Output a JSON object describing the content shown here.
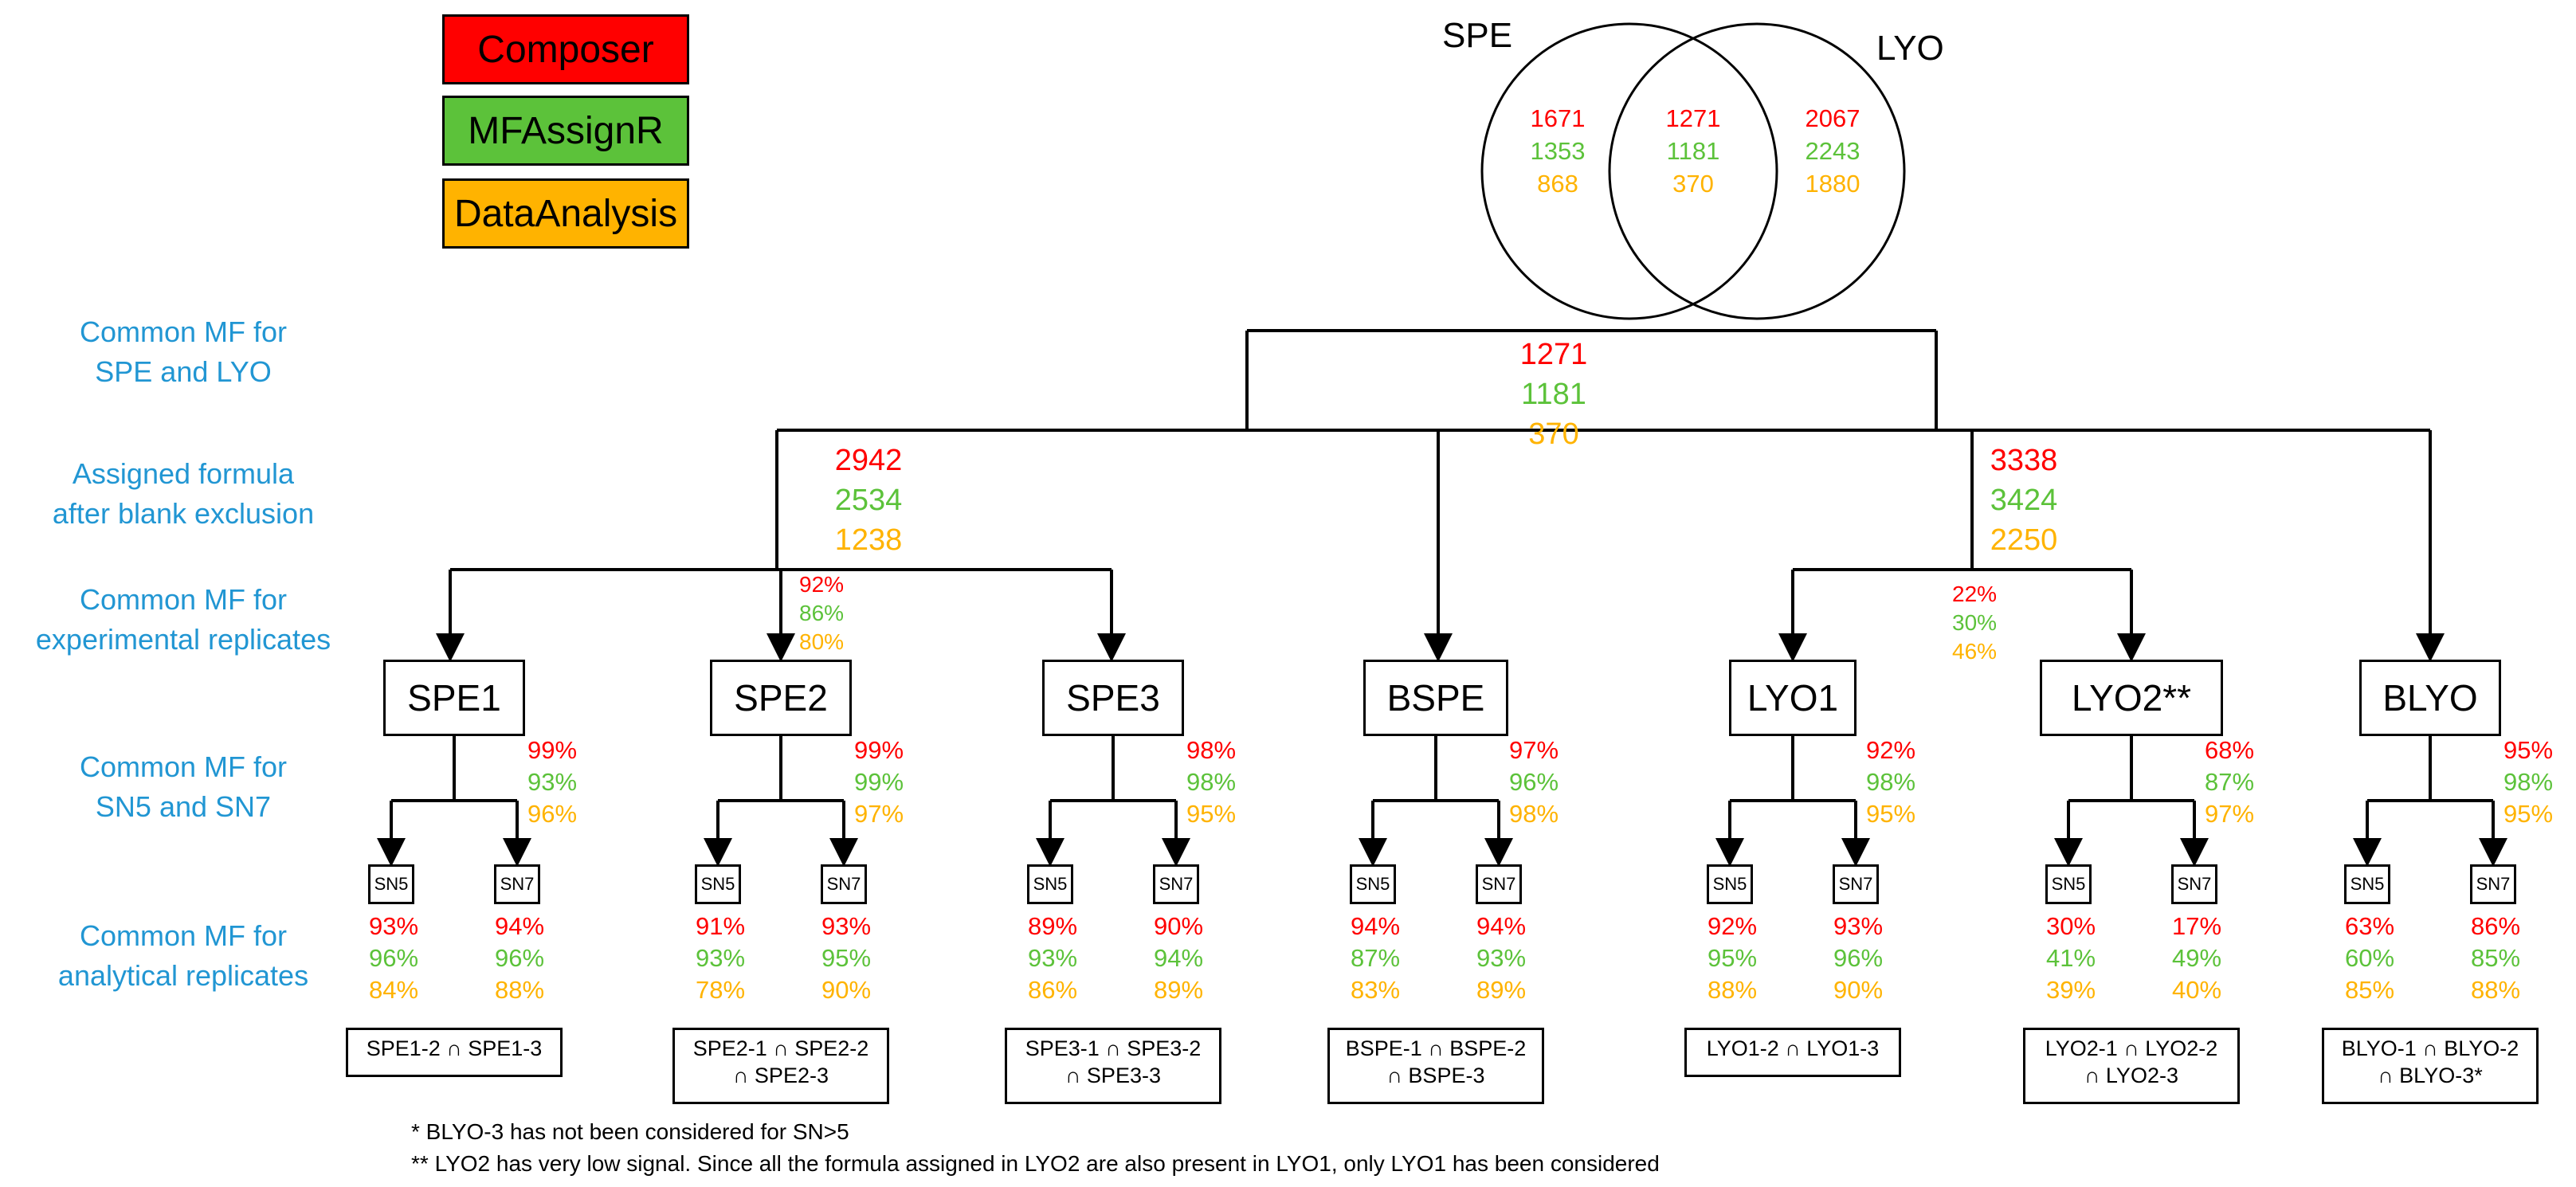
{
  "legend": [
    {
      "label": "Composer",
      "color": "#ff0000"
    },
    {
      "label": "MFAssignR",
      "color": "#5cc23a"
    },
    {
      "label": "DataAnalysis",
      "color": "#ffb300"
    }
  ],
  "colors": {
    "composer": "#ff0000",
    "mfassignr": "#5cc23a",
    "dataanalysis": "#ffb300",
    "section": "#2196d3"
  },
  "venn": {
    "left_label": "SPE",
    "right_label": "LYO",
    "left_only": [
      "1671",
      "1353",
      "868"
    ],
    "intersection": [
      "1271",
      "1181",
      "370"
    ],
    "right_only": [
      "2067",
      "2243",
      "1880"
    ]
  },
  "sections": {
    "common_spe_lyo": [
      "Common MF for",
      "SPE and LYO"
    ],
    "assigned": [
      "Assigned formula",
      "after blank exclusion"
    ],
    "exp_replicates": [
      "Common MF for",
      "experimental replicates"
    ],
    "sn": [
      "Common MF for",
      "SN5 and SN7"
    ],
    "analytical": [
      "Common MF for",
      "analytical replicates"
    ]
  },
  "tree": {
    "root_counts": [
      "1271",
      "1181",
      "370"
    ],
    "spe_counts": [
      "2942",
      "2534",
      "1238"
    ],
    "lyo_counts": [
      "3338",
      "3424",
      "2250"
    ],
    "spe_exp_pct": [
      "92%",
      "86%",
      "80%"
    ],
    "lyo_exp_pct": [
      "22%",
      "30%",
      "46%"
    ]
  },
  "sn_labels": {
    "sn5": "SN5",
    "sn7": "SN7"
  },
  "samples": [
    {
      "name": "SPE1",
      "sn_pct": [
        "99%",
        "93%",
        "96%"
      ],
      "sn5_pct": [
        "93%",
        "96%",
        "84%"
      ],
      "sn7_pct": [
        "94%",
        "96%",
        "88%"
      ],
      "leaf": [
        "SPE1-2 ∩ SPE1-3"
      ]
    },
    {
      "name": "SPE2",
      "sn_pct": [
        "99%",
        "99%",
        "97%"
      ],
      "sn5_pct": [
        "91%",
        "93%",
        "78%"
      ],
      "sn7_pct": [
        "93%",
        "95%",
        "90%"
      ],
      "leaf": [
        "SPE2-1 ∩ SPE2-2",
        "∩ SPE2-3"
      ]
    },
    {
      "name": "SPE3",
      "sn_pct": [
        "98%",
        "98%",
        "95%"
      ],
      "sn5_pct": [
        "89%",
        "93%",
        "86%"
      ],
      "sn7_pct": [
        "90%",
        "94%",
        "89%"
      ],
      "leaf": [
        "SPE3-1 ∩ SPE3-2",
        "∩ SPE3-3"
      ]
    },
    {
      "name": "BSPE",
      "sn_pct": [
        "97%",
        "96%",
        "98%"
      ],
      "sn5_pct": [
        "94%",
        "87%",
        "83%"
      ],
      "sn7_pct": [
        "94%",
        "93%",
        "89%"
      ],
      "leaf": [
        "BSPE-1 ∩ BSPE-2",
        "∩ BSPE-3"
      ]
    },
    {
      "name": "LYO1",
      "sn_pct": [
        "92%",
        "98%",
        "95%"
      ],
      "sn5_pct": [
        "92%",
        "95%",
        "88%"
      ],
      "sn7_pct": [
        "93%",
        "96%",
        "90%"
      ],
      "leaf": [
        "LYO1-2 ∩ LYO1-3"
      ]
    },
    {
      "name": "LYO2**",
      "sn_pct": [
        "68%",
        "87%",
        "97%"
      ],
      "sn5_pct": [
        "30%",
        "41%",
        "39%"
      ],
      "sn7_pct": [
        "17%",
        "49%",
        "40%"
      ],
      "leaf": [
        "LYO2-1 ∩ LYO2-2",
        "∩ LYO2-3"
      ]
    },
    {
      "name": "BLYO",
      "sn_pct": [
        "95%",
        "98%",
        "95%"
      ],
      "sn5_pct": [
        "63%",
        "60%",
        "85%"
      ],
      "sn7_pct": [
        "86%",
        "85%",
        "88%"
      ],
      "leaf": [
        "BLYO-1 ∩ BLYO-2",
        "∩ BLYO-3*"
      ]
    }
  ],
  "footnotes": [
    "* BLYO-3 has not been considered for SN>5",
    "** LYO2 has very low signal. Since all the formula assigned in LYO2 are also present in LYO1, only LYO1 has been considered"
  ]
}
